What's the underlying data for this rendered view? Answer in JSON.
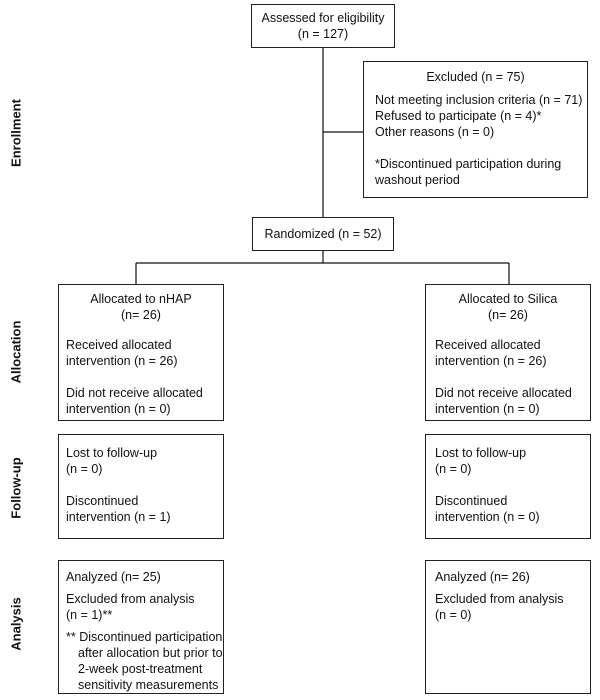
{
  "stages": {
    "enrollment": "Enrollment",
    "allocation": "Allocation",
    "follow_up": "Follow-up",
    "analysis": "Analysis"
  },
  "assessed": {
    "title": "Assessed for eligibility",
    "count": "(n = 127)"
  },
  "excluded": {
    "title": "Excluded (n = 75)",
    "lines": [
      "Not meeting inclusion criteria (n = 71)",
      "Refused to participate (n = 4)*",
      "Other reasons (n = 0)"
    ],
    "footnote": [
      "*Discontinued participation during",
      "washout period"
    ]
  },
  "randomized": {
    "label": "Randomized (n = 52)"
  },
  "arms": {
    "nhap": {
      "allocation": {
        "title": "Allocated to nHAP",
        "count": "(n= 26)",
        "received": [
          "Received allocated",
          "intervention (n = 26)"
        ],
        "not_received": [
          "Did not receive allocated",
          "intervention (n = 0)"
        ]
      },
      "follow_up": {
        "lost": [
          "Lost to follow-up",
          "(n = 0)"
        ],
        "discontinued": [
          "Discontinued",
          "intervention (n = 1)"
        ]
      },
      "analysis": {
        "analyzed": "Analyzed (n= 25)",
        "excluded": [
          "Excluded from analysis",
          "(n = 1)**"
        ],
        "footnote": [
          "** Discontinued participation",
          "after allocation but prior to",
          "2-week post-treatment",
          "sensitivity measurements"
        ]
      }
    },
    "silica": {
      "allocation": {
        "title": "Allocated to Silica",
        "count": "(n= 26)",
        "received": [
          "Received allocated",
          "intervention (n = 26)"
        ],
        "not_received": [
          "Did not receive allocated",
          "intervention (n = 0)"
        ]
      },
      "follow_up": {
        "lost": [
          "Lost to follow-up",
          "(n = 0)"
        ],
        "discontinued": [
          "Discontinued",
          "intervention (n = 0)"
        ]
      },
      "analysis": {
        "analyzed": "Analyzed (n= 26)",
        "excluded": [
          "Excluded from analysis",
          "(n = 0)"
        ]
      }
    }
  }
}
